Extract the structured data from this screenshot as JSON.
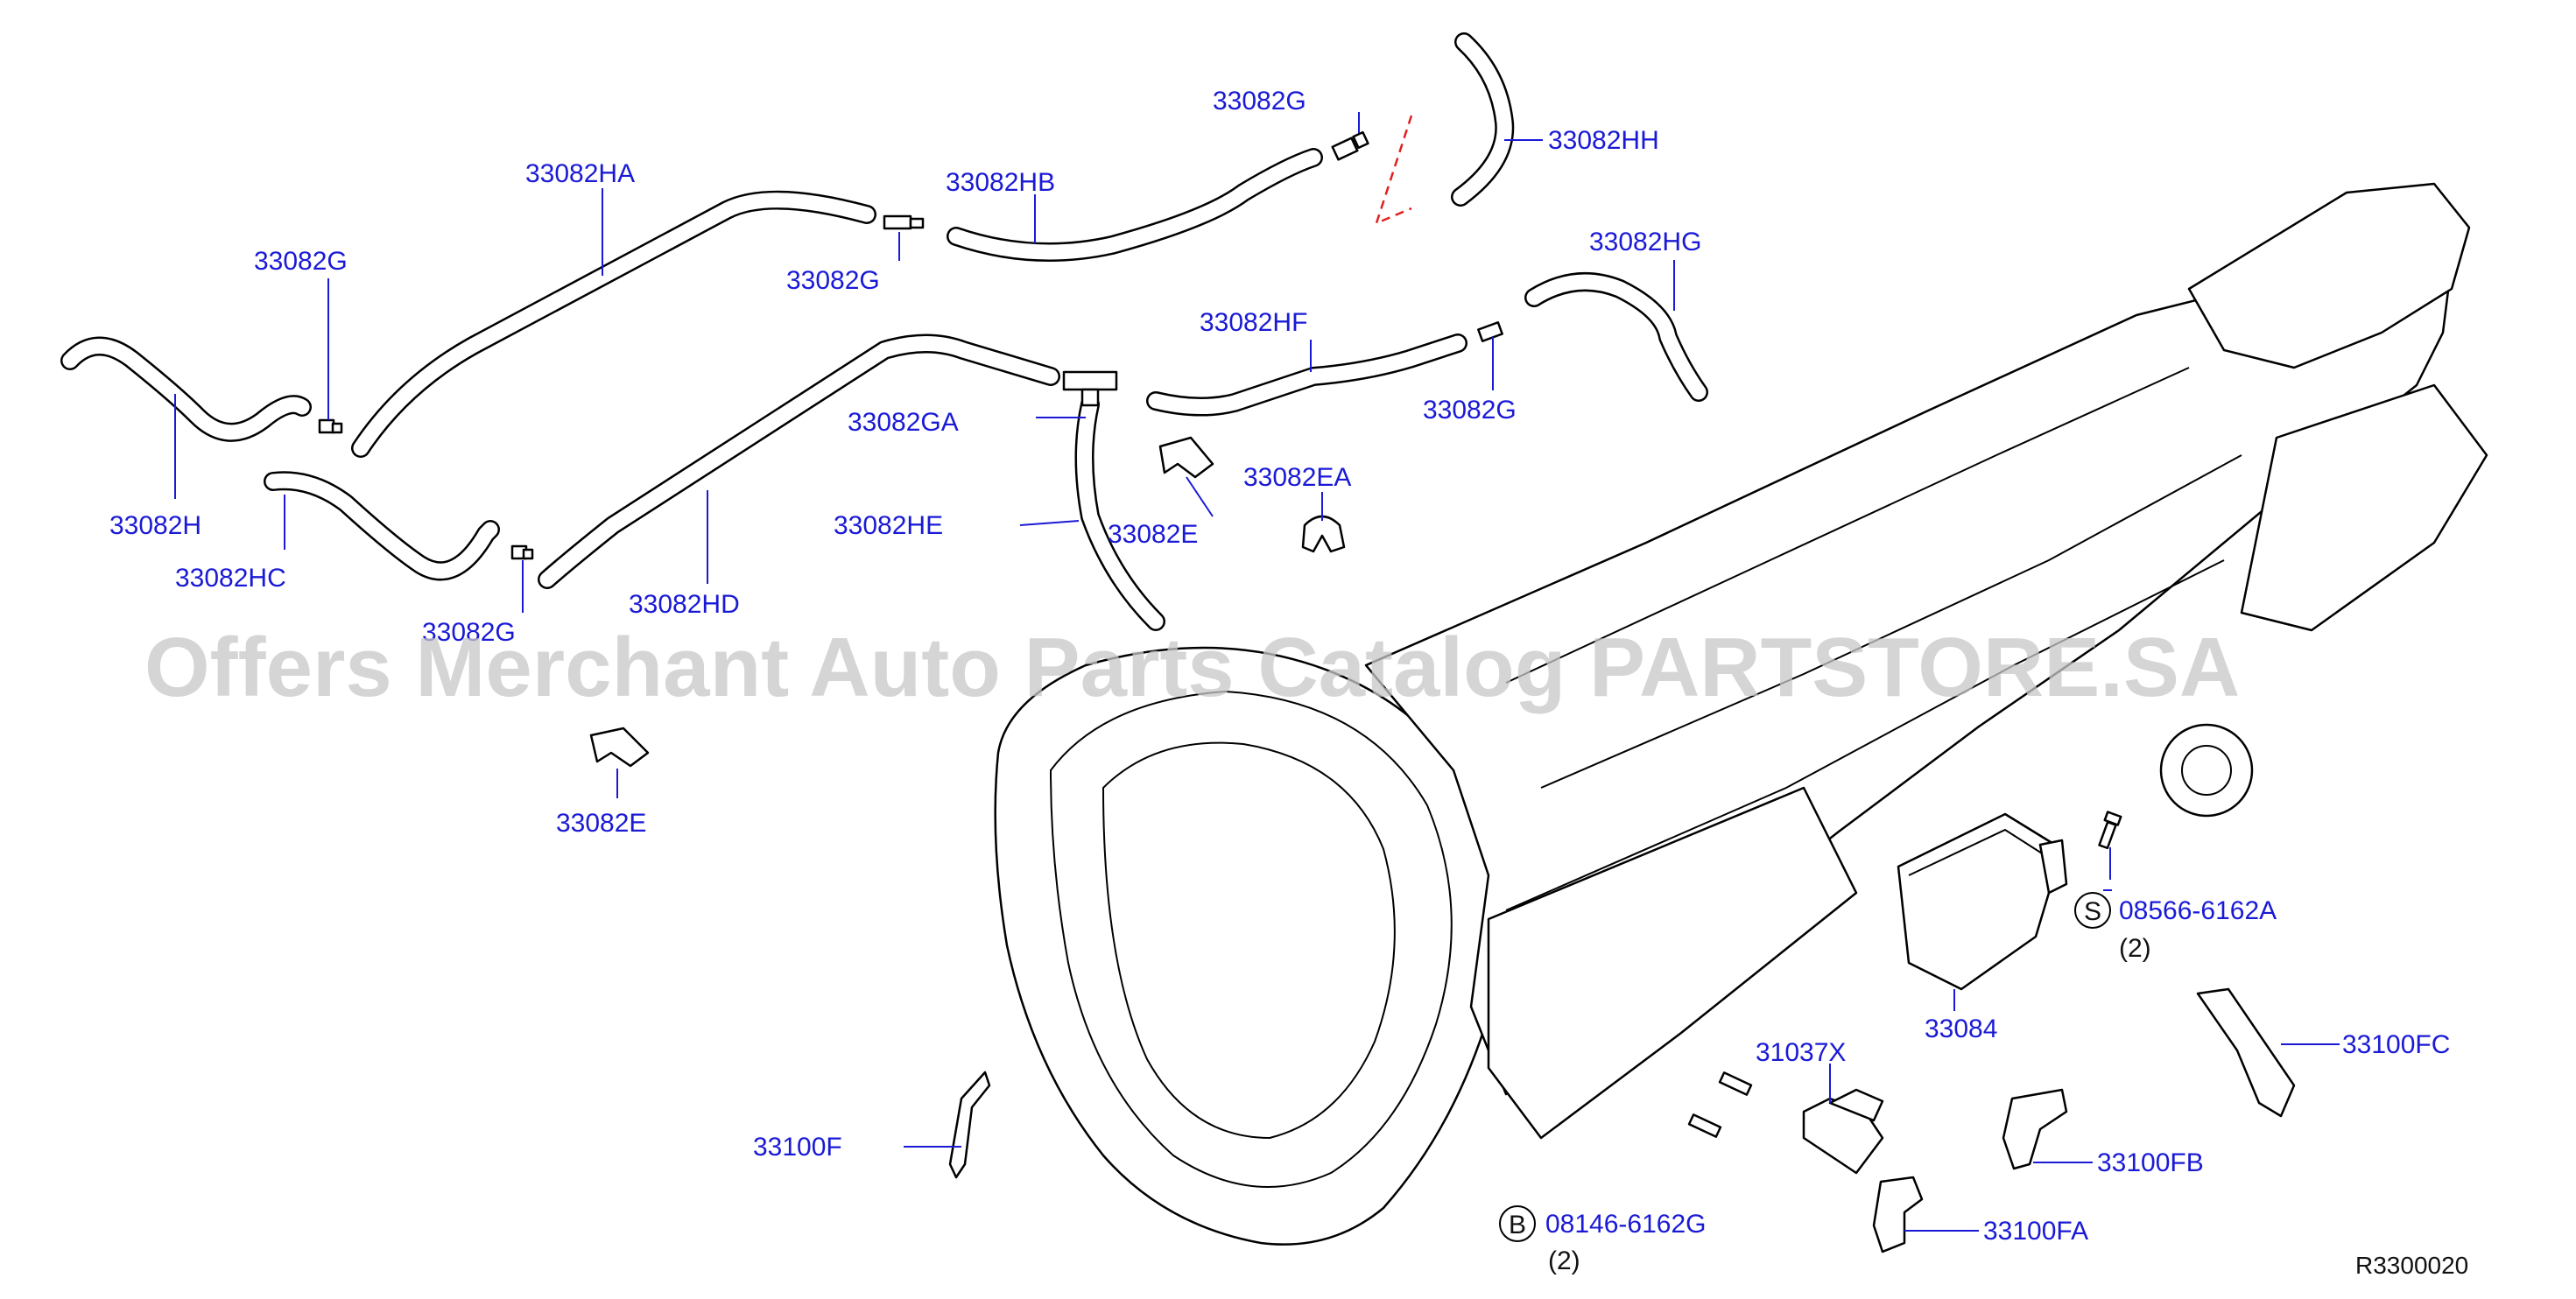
{
  "diagram": {
    "reference_code": "R3300020",
    "watermark": "Offers Merchant Auto Parts Catalog PARTSTORE.SA",
    "colors": {
      "label": "#1a1ad6",
      "lines": "#000000",
      "connector_dash": "#e02020",
      "watermark": "#c8c8c8"
    },
    "labels": [
      {
        "id": "l01",
        "text": "33082G"
      },
      {
        "id": "l02",
        "text": "33082HH"
      },
      {
        "id": "l03",
        "text": "33082HA"
      },
      {
        "id": "l04",
        "text": "33082HB"
      },
      {
        "id": "l05",
        "text": "33082G"
      },
      {
        "id": "l06",
        "text": "33082G"
      },
      {
        "id": "l07",
        "text": "33082HG"
      },
      {
        "id": "l08",
        "text": "33082HF"
      },
      {
        "id": "l09",
        "text": "33082G"
      },
      {
        "id": "l10",
        "text": "33082GA"
      },
      {
        "id": "l11",
        "text": "33082H"
      },
      {
        "id": "l12",
        "text": "33082HC"
      },
      {
        "id": "l13",
        "text": "33082EA"
      },
      {
        "id": "l14",
        "text": "33082HE"
      },
      {
        "id": "l15",
        "text": "33082E"
      },
      {
        "id": "l16",
        "text": "33082G"
      },
      {
        "id": "l17",
        "text": "33082HD"
      },
      {
        "id": "l18",
        "text": "33082E"
      },
      {
        "id": "l19",
        "text": "08566-6162A"
      },
      {
        "id": "l20",
        "text": "33084"
      },
      {
        "id": "l21",
        "text": "31037X"
      },
      {
        "id": "l22",
        "text": "33100FC"
      },
      {
        "id": "l23",
        "text": "33100F"
      },
      {
        "id": "l24",
        "text": "33100FB"
      },
      {
        "id": "l25",
        "text": "08146-6162G"
      },
      {
        "id": "l26",
        "text": "33100FA"
      }
    ],
    "symbols": [
      {
        "id": "s1",
        "letter": "S",
        "quantity": "(2)"
      },
      {
        "id": "s2",
        "letter": "B",
        "quantity": "(2)"
      }
    ]
  }
}
